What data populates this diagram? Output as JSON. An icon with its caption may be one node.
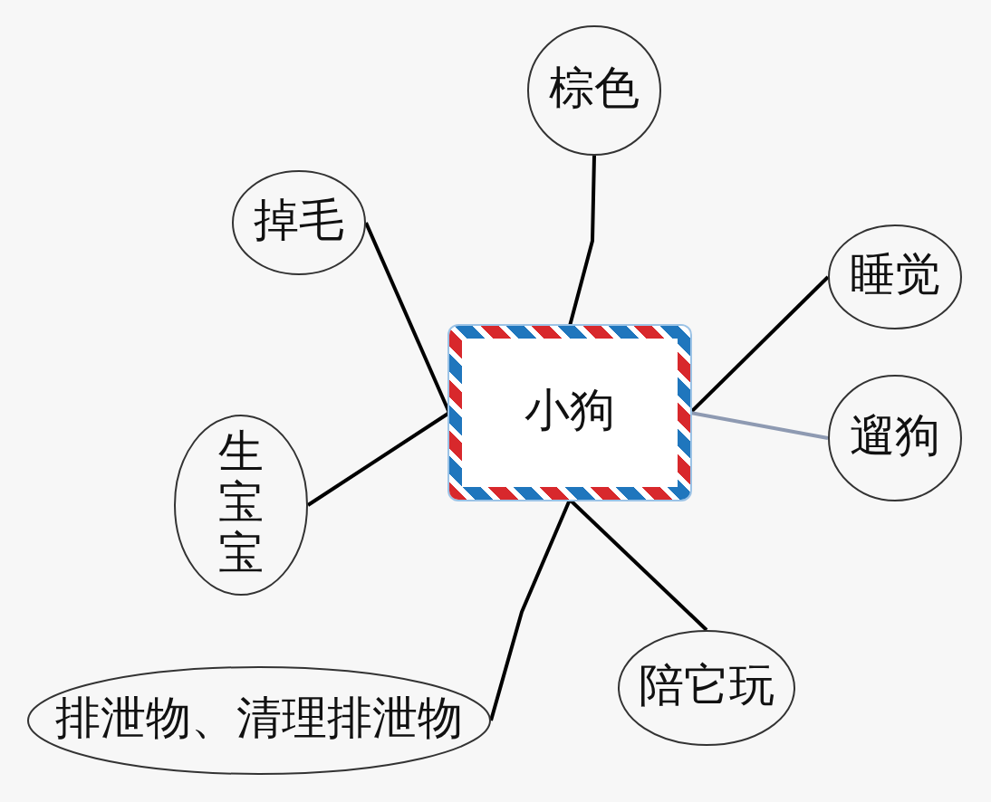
{
  "diagram": {
    "nodes": [
      {
        "text": [
          "小狗"
        ]
      },
      {
        "text": [
          "棕色"
        ]
      },
      {
        "text": [
          "掉毛"
        ]
      },
      {
        "text": [
          "睡觉"
        ]
      },
      {
        "text": [
          "遛狗"
        ]
      },
      {
        "text": [
          "生宝宝"
        ]
      },
      {
        "text": [
          "陪它玩"
        ]
      },
      {
        "text": [
          "排泄物、清理排泄物"
        ]
      }
    ],
    "edges": [
      {
        "from": 0,
        "to": 1,
        "arrow": "none"
      },
      {
        "from": 0,
        "to": 2,
        "arrow": "none"
      },
      {
        "from": 0,
        "to": 3,
        "arrow": "none"
      },
      {
        "from": 0,
        "to": 4,
        "arrow": "none",
        "color": "#8e9ab2"
      },
      {
        "from": 0,
        "to": 5,
        "arrow": "none"
      },
      {
        "from": 0,
        "to": 6,
        "arrow": "none"
      },
      {
        "from": 0,
        "to": 7,
        "arrow": "none"
      }
    ]
  }
}
